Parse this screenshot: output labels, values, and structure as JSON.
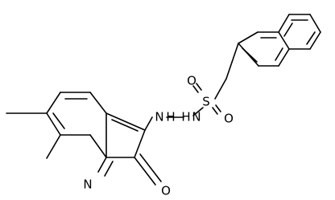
{
  "molecule": {
    "atom_labels": {
      "h1": "H",
      "n1": "N",
      "h2": "H",
      "n2": "N",
      "s": "S",
      "o1": "O",
      "o2": "O",
      "n_ring": "N",
      "o_carbonyl": "O"
    },
    "colors": {
      "bond": "#000000",
      "label": "#000000",
      "background": "#ffffff"
    }
  }
}
